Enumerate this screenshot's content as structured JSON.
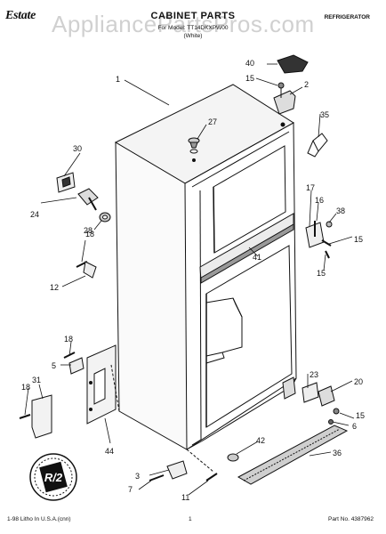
{
  "header": {
    "brand": "Estate",
    "title": "CABINET PARTS",
    "model_line": "For Model: TT14DKXPW00",
    "color_line": "(White)",
    "category": "REFRIGERATOR",
    "watermark": "AppliancePartsPros.com"
  },
  "footer": {
    "litho": "1-98 Litho In U.S.A.(cnn)",
    "page_number": "1",
    "part_number": "Part No. 4387962"
  },
  "seal": {
    "text": "R/2"
  },
  "callouts": [
    "1",
    "2",
    "3",
    "5",
    "6",
    "7",
    "11",
    "12",
    "15",
    "15",
    "15",
    "15",
    "16",
    "17",
    "18",
    "18",
    "18",
    "20",
    "23",
    "24",
    "27",
    "28",
    "30",
    "31",
    "35",
    "36",
    "38",
    "40",
    "41",
    "42",
    "44"
  ]
}
